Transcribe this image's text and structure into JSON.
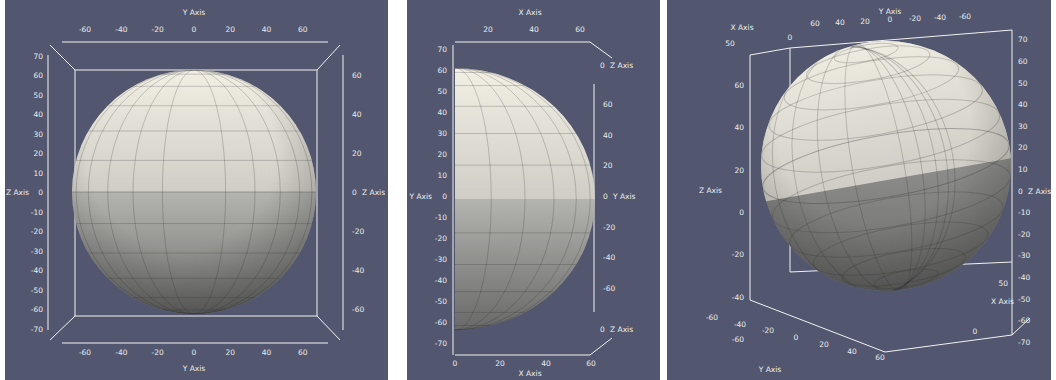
{
  "diagram": {
    "labels": [
      "Y Axis",
      "-60",
      "-40",
      "-20",
      "0",
      "20",
      "40",
      "60",
      "70",
      "60",
      "50",
      "40",
      "30",
      "20",
      "10",
      "Z Axis",
      "0",
      "-10",
      "-20",
      "-30",
      "-40",
      "-50",
      "-60",
      "-70",
      "60",
      "40",
      "20",
      "0",
      "Z Axis",
      "-20",
      "-40",
      "-60",
      "-60",
      "-40",
      "-20",
      "0",
      "20",
      "40",
      "60",
      "Y Axis",
      "X Axis",
      "20",
      "40",
      "60",
      "70",
      "60",
      "50",
      "40",
      "30",
      "20",
      "10",
      "Y Axis",
      "0",
      "-10",
      "-20",
      "-30",
      "-40",
      "-50",
      "-60",
      "-70",
      "0",
      "Z Axis",
      "60",
      "40",
      "20",
      "0",
      "Y Axis",
      "-20",
      "-40",
      "-60",
      "0",
      "Z Axis",
      "0",
      "20",
      "40",
      "60",
      "X Axis",
      "X Axis",
      "50",
      "0",
      "Y Axis",
      "60",
      "40",
      "20",
      "0",
      "-20",
      "-40",
      "-60",
      "60",
      "40",
      "20",
      "Z Axis",
      "0",
      "-20",
      "-40",
      "-60",
      "70",
      "60",
      "50",
      "40",
      "30",
      "20",
      "10",
      "0",
      "Z Axis",
      "-10",
      "-20",
      "-30",
      "-40",
      "-50",
      "-60",
      "-70",
      "-60",
      "-40",
      "-20",
      "Y Axis",
      "0",
      "20",
      "40",
      "60",
      "0",
      "50",
      "X Axis"
    ]
  }
}
